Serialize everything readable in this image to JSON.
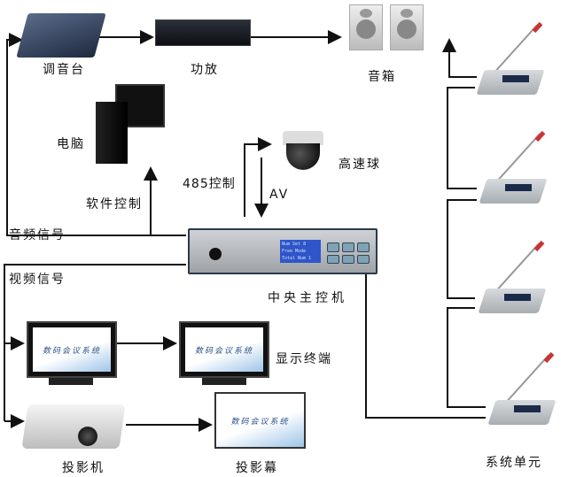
{
  "labels": {
    "mixer": "调音台",
    "amplifier": "功放",
    "speaker": "音箱",
    "pc": "电脑",
    "camera": "高速球",
    "control485": "485控制",
    "av": "AV",
    "software_control": "软件控制",
    "audio_signal": "音频信号",
    "video_signal": "视频信号",
    "host": "中央主控机",
    "display": "显示终端",
    "projector": "投影机",
    "projection_screen": "投影幕",
    "system_unit": "系统单元"
  },
  "screen_text": "数码会议系统",
  "lcd_lines": [
    "Num Set  8",
    "Free Mode",
    "Total Num 1"
  ],
  "colors": {
    "line": "#111111",
    "lcd": "#2f55c8",
    "host_frame": "#2b3a4a"
  }
}
